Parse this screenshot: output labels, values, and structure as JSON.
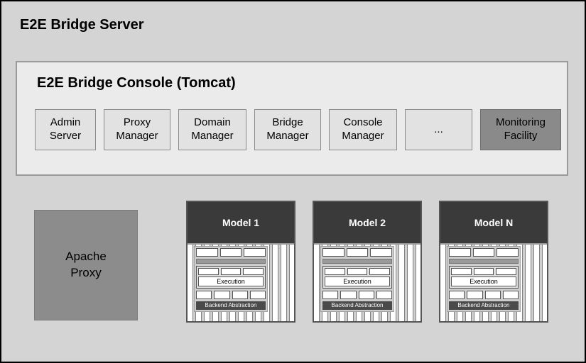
{
  "diagram": {
    "title": "E2E Bridge Server",
    "console": {
      "title": "E2E Bridge Console (Tomcat)",
      "modules": [
        {
          "label": "Admin Server"
        },
        {
          "label": "Proxy Manager"
        },
        {
          "label": "Domain Manager"
        },
        {
          "label": "Bridge Manager"
        },
        {
          "label": "Console Manager"
        },
        {
          "label": "..."
        },
        {
          "label": "Monitoring Facility"
        }
      ]
    },
    "apache_proxy_label": "Apache Proxy",
    "model_labels": {
      "execution": "Execution",
      "backend": "Backend Abstraction"
    },
    "models": [
      {
        "title": "Model 1"
      },
      {
        "title": "Model 2"
      },
      {
        "title": "Model N"
      }
    ],
    "colors": {
      "outer_bg": "#d4d4d4",
      "console_bg": "#ebebeb",
      "module_bg": "#e2e2e2",
      "monitoring_bg": "#8a8a8a",
      "apache_bg": "#8c8c8c",
      "model_header_bg": "#3a3a3a",
      "backend_bar_bg": "#4a4a4a"
    }
  }
}
